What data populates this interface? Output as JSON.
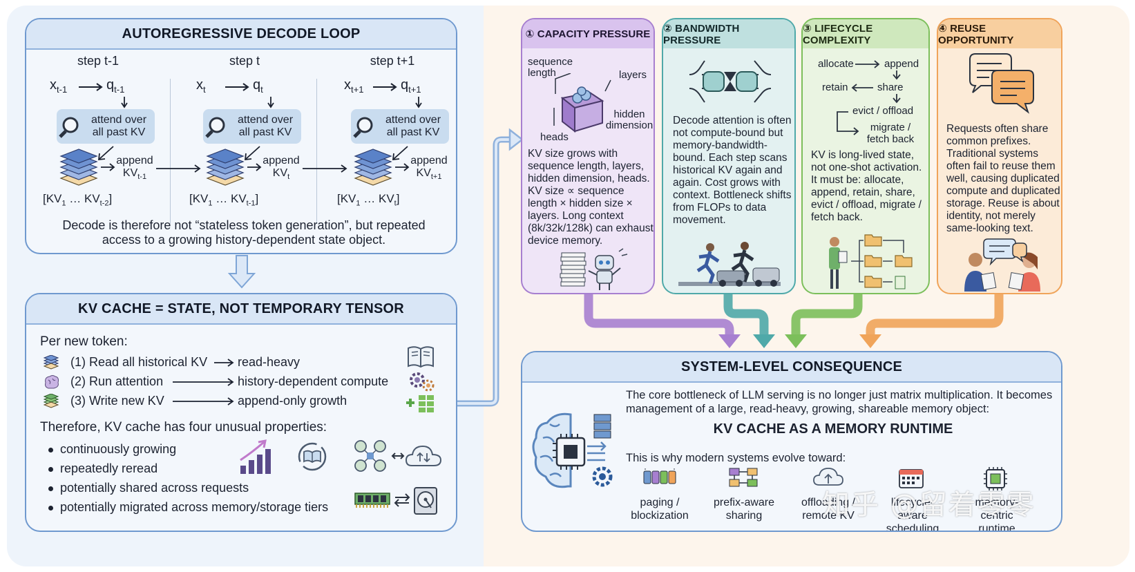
{
  "decode": {
    "title": "AUTOREGRESSIVE DECODE LOOP",
    "steps": [
      {
        "title": "step t-1",
        "x": "x",
        "x_sub": "t-1",
        "q": "q",
        "q_sub": "t-1",
        "attend": "attend over all past KV",
        "append": "append KV",
        "append_sub": "t-1",
        "kv_range": "[KV",
        "kv_a_sub": "1",
        "kv_mid": " … KV",
        "kv_b_sub": "t-2",
        "kv_end": "]"
      },
      {
        "title": "step t",
        "x": "x",
        "x_sub": "t",
        "q": "q",
        "q_sub": "t",
        "attend": "attend over all past KV",
        "append": "append KV",
        "append_sub": "t",
        "kv_range": "[KV",
        "kv_a_sub": "1",
        "kv_mid": " … KV",
        "kv_b_sub": "t-1",
        "kv_end": "]"
      },
      {
        "title": "step t+1",
        "x": "x",
        "x_sub": "t+1",
        "q": "q",
        "q_sub": "t+1",
        "attend": "attend over all past KV",
        "append": "append KV",
        "append_sub": "t+1",
        "kv_range": "[KV",
        "kv_a_sub": "1",
        "kv_mid": " … KV",
        "kv_b_sub": "t",
        "kv_end": "]"
      }
    ],
    "footer": "Decode is therefore not “stateless token generation”, but repeated access to a growing history-dependent state object."
  },
  "kvcache": {
    "title": "KV CACHE = STATE, NOT TEMPORARY TENSOR",
    "per_token": "Per new token:",
    "ops": [
      {
        "label": "(1) Read all historical KV",
        "result": "read-heavy",
        "icon": "layers-icon"
      },
      {
        "label": "(2) Run attention",
        "result": "history-dependent compute",
        "icon": "brain-icon"
      },
      {
        "label": "(3) Write new KV",
        "result": "append-only growth",
        "icon": "green-layers-icon"
      }
    ],
    "therefore": "Therefore, KV cache has four unusual properties:",
    "properties": [
      "continuously growing",
      "repeatedly reread",
      "potentially shared across requests",
      "potentially migrated across memory/storage tiers"
    ]
  },
  "cards": [
    {
      "title": "① CAPACITY PRESSURE",
      "labels": {
        "seq": "sequence length",
        "layers": "layers",
        "hidden": "hidden dimension",
        "heads": "heads"
      },
      "body": "KV size grows with sequence length, layers, hidden dimension, heads. KV size ∝ sequence length × hidden size × layers. Long context (8k/32k/128k) can exhaust device memory."
    },
    {
      "title": "② BANDWIDTH PRESSURE",
      "body": "Decode attention is often not compute-bound but memory-bandwidth-bound. Each step scans historical KV again and again. Cost grows with context. Bottleneck shifts from FLOPs to data movement."
    },
    {
      "title": "③ LIFECYCLE COMPLEXITY",
      "flow": {
        "allocate": "allocate",
        "append": "append",
        "retain": "retain",
        "share": "share",
        "evict": "evict / offload",
        "migrate": "migrate / fetch back"
      },
      "body": "KV is long-lived state, not one-shot activation. It must be: allocate, append, retain, share, evict / offload, migrate / fetch back."
    },
    {
      "title": "④ REUSE OPPORTUNITY",
      "body": "Requests often share common prefixes. Traditional systems often fail to reuse them well, causing duplicated compute and duplicated storage. Reuse is about identity, not merely same-looking text."
    }
  ],
  "system": {
    "title": "SYSTEM-LEVEL CONSEQUENCE",
    "intro": "The core bottleneck of LLM serving is no longer just matrix multiplication. It becomes management of a large, read-heavy, growing, shareable memory object:",
    "headline": "KV CACHE AS A MEMORY RUNTIME",
    "evolve": "This is why modern systems evolve toward:",
    "items": [
      {
        "label": "paging / blockization",
        "icon": "blocks-icon"
      },
      {
        "label": "prefix-aware sharing",
        "icon": "tree-icon"
      },
      {
        "label": "offloading / remote KV",
        "icon": "cloud-upload-icon"
      },
      {
        "label": "lifecycle-aware scheduling",
        "icon": "calendar-icon"
      },
      {
        "label": "memory-centric runtime design",
        "icon": "chip-icon"
      }
    ]
  },
  "watermark": "知乎 @留着零零",
  "colors": {
    "blue": "#6f99cf",
    "purple": "#a77fd0",
    "teal": "#4fa9a9",
    "green": "#7cbf5b",
    "orange": "#f0a45a"
  }
}
